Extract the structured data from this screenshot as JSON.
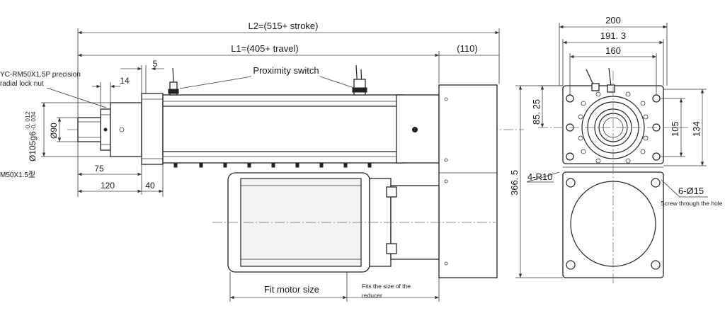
{
  "dimensions": {
    "l2": "L2=(515+ stroke)",
    "l1": "L1=(405+ travel)",
    "d110": "(110)",
    "d5": "5",
    "d14": "14",
    "d75": "75",
    "d120": "120",
    "d40": "40",
    "d200": "200",
    "d1913": "191. 3",
    "d160": "160",
    "d8525": "85. 25",
    "d105": "105",
    "d134": "134",
    "d3665": "366. 5",
    "d_phi90": "Ø90",
    "d_phi105": "Ø105g6",
    "d_phi105_tol_up": "-0. 012",
    "d_phi105_tol_lo": "-0. 034"
  },
  "labels": {
    "nut_line1": "YC-RM50X1.5P precision",
    "nut_line2": "radial lock nut",
    "thread": "M50X1.5型",
    "proximity": "Proximity switch",
    "fit_motor": "Fit motor size",
    "fits_reducer_1": "Fits the size of the",
    "fits_reducer_2": "reducer",
    "radius": "4-R10",
    "holes": "6-Ø15",
    "screw_through": "Screw through the hole"
  }
}
